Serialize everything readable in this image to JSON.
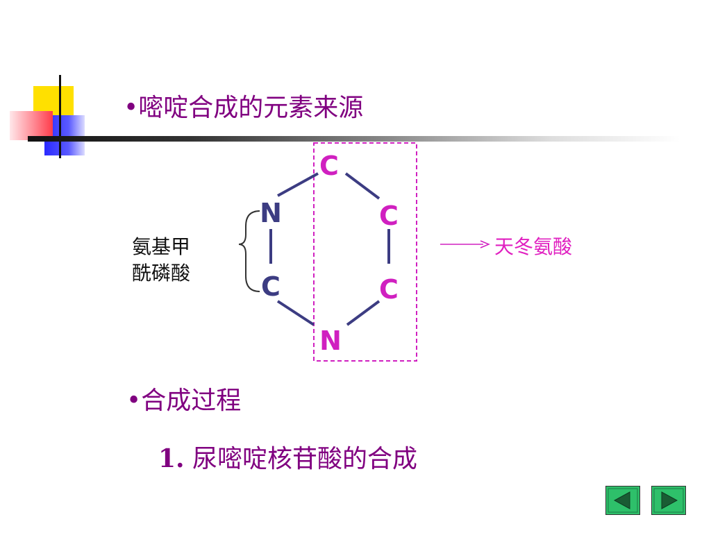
{
  "slide": {
    "heading_1": "嘧啶合成的元素来源",
    "heading_2": "合成过程",
    "subheading_number": "1.",
    "subheading_text": "尿嘧啶核苷酸的合成"
  },
  "diagram": {
    "atoms": {
      "top": "C",
      "upper_left": "N",
      "upper_right": "C",
      "lower_left": "C",
      "lower_right": "C",
      "bottom": "N"
    },
    "source_left_line_1": "氨基甲",
    "source_left_line_2": "酰磷酸",
    "source_right": "天冬氨酸",
    "colors": {
      "carbamoyl_atoms": "#3c3c82",
      "aspartate_atoms": "#d020c0",
      "bonds": "#3c3c82",
      "highlight_box": "#d020c0",
      "aspartate_label": "#e020c0",
      "headings": "#800080"
    }
  },
  "navigation": {
    "prev": "triangle-left-icon",
    "next": "triangle-right-icon"
  }
}
